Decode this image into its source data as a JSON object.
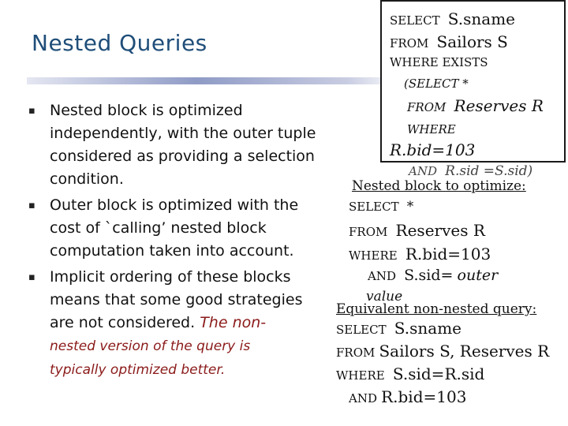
{
  "title": "Nested Queries",
  "bullets": [
    {
      "lines": [
        "Nested block is optimized",
        "independently, with the outer tuple",
        "considered as providing a selection",
        "condition."
      ]
    },
    {
      "lines": [
        "Outer block is optimized with the",
        "cost of `calling’ nested block",
        "computation taken into account."
      ]
    },
    {
      "lines": [
        "Implicit ordering of these blocks",
        "means that some good strategies",
        "are not considered.  "
      ],
      "red_lines": [
        "The non-",
        "nested version of the query is",
        "typically optimized better."
      ]
    }
  ],
  "boxed_query": {
    "select_kw": "SELECT",
    "select_val": "S.sname",
    "from_kw": "FROM",
    "from_val": "Sailors S",
    "where_kw": "WHERE EXISTS",
    "sub_select": "(SELECT  *",
    "sub_from_kw": "FROM",
    "sub_from_val": "Reserves R",
    "sub_where_kw": "WHERE",
    "sub_cond1": "R.bid=103",
    "sub_and_kw": "AND",
    "sub_cond2": "R.sid =S.sid)"
  },
  "nested_block": {
    "heading": "Nested block to optimize:",
    "select_kw": "SELECT",
    "select_val": "*",
    "from_kw": "FROM",
    "from_val": "Reserves R",
    "where_kw": "WHERE",
    "where_val": "R.bid=103",
    "and_kw": "AND",
    "and_val": "S.sid=",
    "and_italic": "outer",
    "value_word": "value"
  },
  "equivalent": {
    "heading": "Equivalent non-nested query:",
    "select_kw": "SELECT",
    "select_val": "S.sname",
    "from_kw": "FROM",
    "from_val": "Sailors S, Reserves R",
    "where_kw": "WHERE",
    "where_val": "S.sid=R.sid",
    "and_kw": "AND",
    "and_val": "R.bid=103"
  },
  "colors": {
    "title": "#1f4e79",
    "emphasis": "#8b1a1a",
    "rule": "#8f9bc6"
  }
}
